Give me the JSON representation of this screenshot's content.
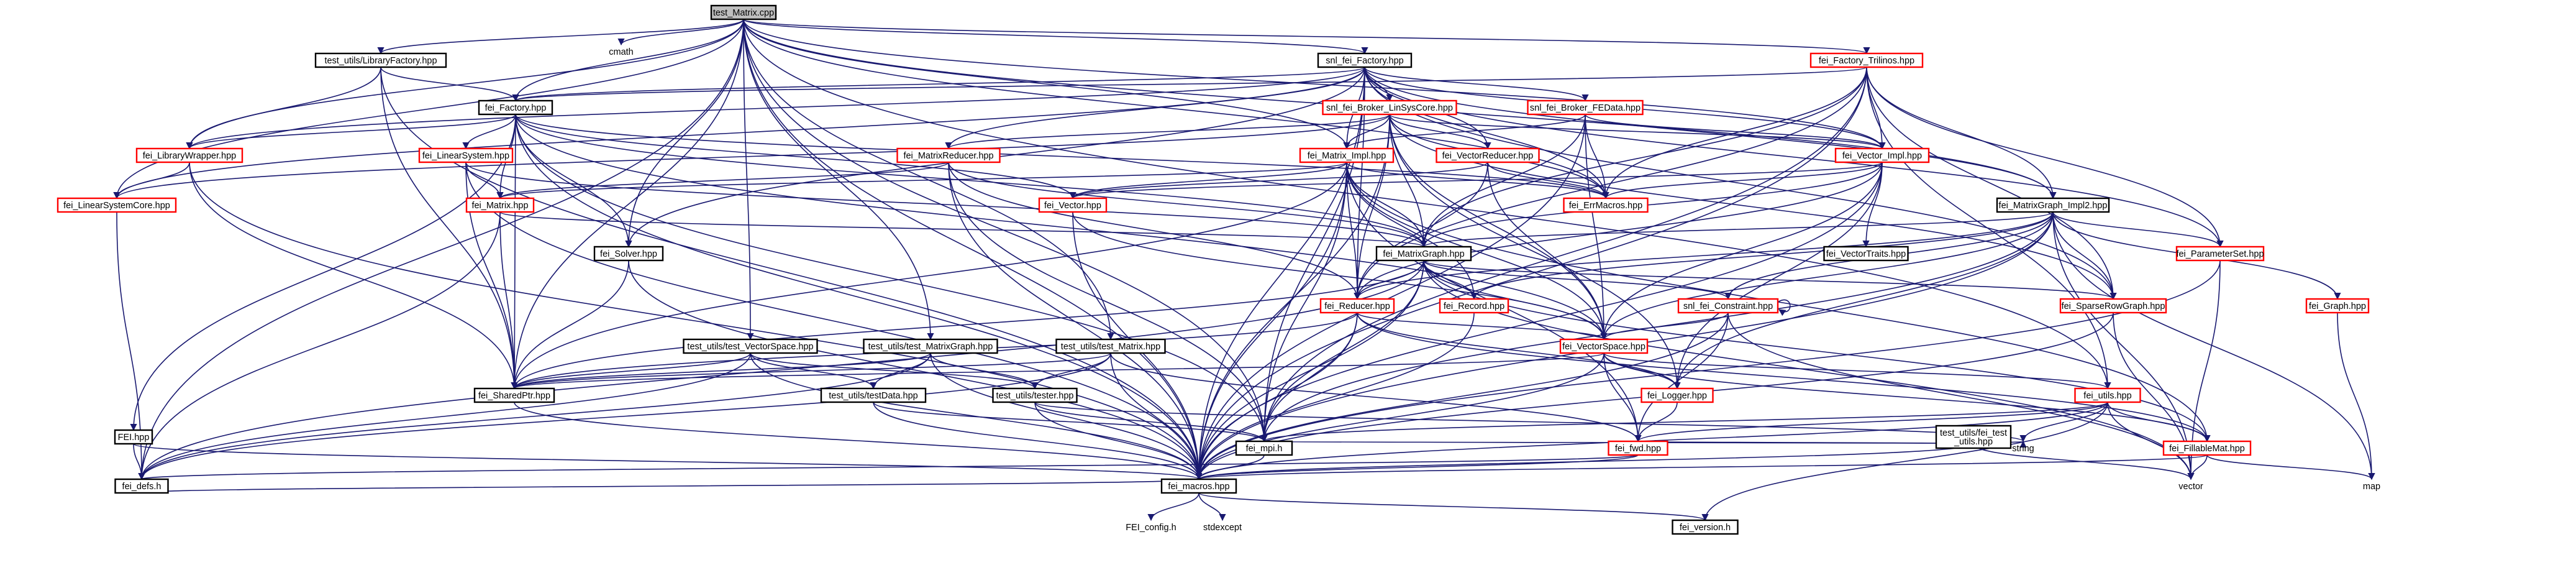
{
  "title": "test_Matrix.cpp",
  "colors": {
    "root_fill": "#bfbfbf",
    "root_stroke": "#000000",
    "documented_stroke": "#000000",
    "truncated_stroke": "#ff0000",
    "plain_stroke": "#d3d3d3",
    "edge": "#191970"
  },
  "nodes": [
    {
      "id": "root",
      "label": "test_Matrix.cpp",
      "kind": "root"
    },
    {
      "id": "cmath",
      "label": "cmath",
      "kind": "plain"
    },
    {
      "id": "tu_LibFactory",
      "label": "test_utils/LibraryFactory.hpp",
      "kind": "documented"
    },
    {
      "id": "snl_Factory",
      "label": "snl_fei_Factory.hpp",
      "kind": "documented"
    },
    {
      "id": "Factory_Trilinos",
      "label": "fei_Factory_Trilinos.hpp",
      "kind": "truncated"
    },
    {
      "id": "snl_Broker_LinSysCore",
      "label": "snl_fei_Broker_LinSysCore.hpp",
      "kind": "truncated"
    },
    {
      "id": "snl_Broker_FEData",
      "label": "snl_fei_Broker_FEData.hpp",
      "kind": "truncated"
    },
    {
      "id": "fei_Factory",
      "label": "fei_Factory.hpp",
      "kind": "documented"
    },
    {
      "id": "LibraryWrapper",
      "label": "fei_LibraryWrapper.hpp",
      "kind": "truncated"
    },
    {
      "id": "LinearSystemCore",
      "label": "fei_LinearSystemCore.hpp",
      "kind": "truncated"
    },
    {
      "id": "LinearSystem",
      "label": "fei_LinearSystem.hpp",
      "kind": "truncated"
    },
    {
      "id": "MatrixReducer",
      "label": "fei_MatrixReducer.hpp",
      "kind": "truncated"
    },
    {
      "id": "Matrix_Impl",
      "label": "fei_Matrix_Impl.hpp",
      "kind": "truncated"
    },
    {
      "id": "VectorReducer",
      "label": "fei_VectorReducer.hpp",
      "kind": "truncated"
    },
    {
      "id": "Vector_Impl",
      "label": "fei_Vector_Impl.hpp",
      "kind": "truncated"
    },
    {
      "id": "ErrMacros",
      "label": "fei_ErrMacros.hpp",
      "kind": "truncated"
    },
    {
      "id": "fei_Matrix",
      "label": "fei_Matrix.hpp",
      "kind": "truncated"
    },
    {
      "id": "fei_Vector",
      "label": "fei_Vector.hpp",
      "kind": "truncated"
    },
    {
      "id": "MatrixGraph_Impl2",
      "label": "fei_MatrixGraph_Impl2.hpp",
      "kind": "documented"
    },
    {
      "id": "ParameterSet",
      "label": "fei_ParameterSet.hpp",
      "kind": "truncated"
    },
    {
      "id": "fei_Solver",
      "label": "fei_Solver.hpp",
      "kind": "documented"
    },
    {
      "id": "MatrixGraph",
      "label": "fei_MatrixGraph.hpp",
      "kind": "documented"
    },
    {
      "id": "VectorTraits",
      "label": "fei_VectorTraits.hpp",
      "kind": "documented"
    },
    {
      "id": "fei_Graph",
      "label": "fei_Graph.hpp",
      "kind": "truncated"
    },
    {
      "id": "Reducer",
      "label": "fei_Reducer.hpp",
      "kind": "truncated"
    },
    {
      "id": "Record",
      "label": "fei_Record.hpp",
      "kind": "truncated"
    },
    {
      "id": "snl_Constraint",
      "label": "snl_fei_Constraint.hpp",
      "kind": "truncated"
    },
    {
      "id": "SparseRowGraph",
      "label": "fei_SparseRowGraph.hpp",
      "kind": "truncated"
    },
    {
      "id": "tu_VectorSpace",
      "label": "test_utils/test_VectorSpace.hpp",
      "kind": "documented"
    },
    {
      "id": "tu_MatrixGraph",
      "label": "test_utils/test_MatrixGraph.hpp",
      "kind": "documented"
    },
    {
      "id": "tu_Matrix",
      "label": "test_utils/test_Matrix.hpp",
      "kind": "documented"
    },
    {
      "id": "VectorSpace",
      "label": "fei_VectorSpace.hpp",
      "kind": "truncated"
    },
    {
      "id": "SharedPtr",
      "label": "fei_SharedPtr.hpp",
      "kind": "documented"
    },
    {
      "id": "tu_testData",
      "label": "test_utils/testData.hpp",
      "kind": "documented"
    },
    {
      "id": "tu_tester",
      "label": "test_utils/tester.hpp",
      "kind": "documented"
    },
    {
      "id": "Logger",
      "label": "fei_Logger.hpp",
      "kind": "truncated"
    },
    {
      "id": "tu_fei_test_utils",
      "label": "test_utils/fei_test\n_utils.hpp",
      "kind": "documented"
    },
    {
      "id": "fei_utils",
      "label": "fei_utils.hpp",
      "kind": "truncated"
    },
    {
      "id": "FEI",
      "label": "FEI.hpp",
      "kind": "documented"
    },
    {
      "id": "fei_mpi",
      "label": "fei_mpi.h",
      "kind": "documented"
    },
    {
      "id": "fei_fwd",
      "label": "fei_fwd.hpp",
      "kind": "truncated"
    },
    {
      "id": "string",
      "label": "string",
      "kind": "plain"
    },
    {
      "id": "FillableMat",
      "label": "fei_FillableMat.hpp",
      "kind": "truncated"
    },
    {
      "id": "fei_defs",
      "label": "fei_defs.h",
      "kind": "documented"
    },
    {
      "id": "fei_macros",
      "label": "fei_macros.hpp",
      "kind": "documented"
    },
    {
      "id": "vector",
      "label": "vector",
      "kind": "plain"
    },
    {
      "id": "map",
      "label": "map",
      "kind": "plain"
    },
    {
      "id": "FEI_config",
      "label": "FEI_config.h",
      "kind": "plain"
    },
    {
      "id": "stdexcept",
      "label": "stdexcept",
      "kind": "plain"
    },
    {
      "id": "fei_version",
      "label": "fei_version.h",
      "kind": "documented"
    }
  ],
  "edges": [
    [
      "root",
      "cmath"
    ],
    [
      "root",
      "tu_LibFactory"
    ],
    [
      "root",
      "snl_Factory"
    ],
    [
      "root",
      "Factory_Trilinos"
    ],
    [
      "root",
      "fei_Factory"
    ],
    [
      "root",
      "MatrixGraph_Impl2"
    ],
    [
      "root",
      "Vector_Impl"
    ],
    [
      "root",
      "ErrMacros"
    ],
    [
      "root",
      "fei_defs"
    ],
    [
      "root",
      "fei_macros"
    ],
    [
      "root",
      "tu_VectorSpace"
    ],
    [
      "root",
      "tu_MatrixGraph"
    ],
    [
      "root",
      "tu_Matrix"
    ],
    [
      "root",
      "Matrix_Impl"
    ],
    [
      "root",
      "fei_mpi"
    ],
    [
      "root",
      "SharedPtr"
    ],
    [
      "root",
      "fei_utils"
    ],
    [
      "root",
      "LibraryWrapper"
    ],
    [
      "root",
      "LinearSystemCore"
    ],
    [
      "root",
      "fei_Solver"
    ],
    [
      "tu_LibFactory",
      "fei_Factory"
    ],
    [
      "tu_LibFactory",
      "SharedPtr"
    ],
    [
      "tu_LibFactory",
      "LibraryWrapper"
    ],
    [
      "tu_LibFactory",
      "fei_macros"
    ],
    [
      "snl_Factory",
      "fei_Factory"
    ],
    [
      "snl_Factory",
      "snl_Broker_LinSysCore"
    ],
    [
      "snl_Factory",
      "snl_Broker_FEData"
    ],
    [
      "snl_Factory",
      "MatrixReducer"
    ],
    [
      "snl_Factory",
      "VectorReducer"
    ],
    [
      "snl_Factory",
      "Vector_Impl"
    ],
    [
      "snl_Factory",
      "ErrMacros"
    ],
    [
      "snl_Factory",
      "MatrixGraph_Impl2"
    ],
    [
      "snl_Factory",
      "Reducer"
    ],
    [
      "snl_Factory",
      "LibraryWrapper"
    ],
    [
      "snl_Factory",
      "fei_mpi"
    ],
    [
      "snl_Factory",
      "ParameterSet"
    ],
    [
      "snl_Factory",
      "fei_Solver"
    ],
    [
      "snl_Factory",
      "Matrix_Impl"
    ],
    [
      "snl_Factory",
      "LinearSystemCore"
    ],
    [
      "snl_Factory",
      "SparseRowGraph"
    ],
    [
      "snl_Factory",
      "fei_macros"
    ],
    [
      "Factory_Trilinos",
      "fei_Factory"
    ],
    [
      "Factory_Trilinos",
      "Vector_Impl"
    ],
    [
      "Factory_Trilinos",
      "MatrixGraph_Impl2"
    ],
    [
      "Factory_Trilinos",
      "ParameterSet"
    ],
    [
      "Factory_Trilinos",
      "Reducer"
    ],
    [
      "Factory_Trilinos",
      "ErrMacros"
    ],
    [
      "Factory_Trilinos",
      "fei_utils"
    ],
    [
      "Factory_Trilinos",
      "SparseRowGraph"
    ],
    [
      "Factory_Trilinos",
      "MatrixGraph"
    ],
    [
      "Factory_Trilinos",
      "fei_mpi"
    ],
    [
      "Factory_Trilinos",
      "fei_macros"
    ],
    [
      "snl_Broker_LinSysCore",
      "Matrix_Impl"
    ],
    [
      "snl_Broker_LinSysCore",
      "VectorReducer"
    ],
    [
      "snl_Broker_LinSysCore",
      "Vector_Impl"
    ],
    [
      "snl_Broker_LinSysCore",
      "MatrixReducer"
    ],
    [
      "snl_Broker_LinSysCore",
      "LinearSystemCore"
    ],
    [
      "snl_Broker_LinSysCore",
      "ErrMacros"
    ],
    [
      "snl_Broker_LinSysCore",
      "MatrixGraph"
    ],
    [
      "snl_Broker_LinSysCore",
      "VectorSpace"
    ],
    [
      "snl_Broker_LinSysCore",
      "Reducer"
    ],
    [
      "snl_Broker_LinSysCore",
      "Logger"
    ],
    [
      "snl_Broker_LinSysCore",
      "SparseRowGraph"
    ],
    [
      "snl_Broker_LinSysCore",
      "fei_macros"
    ],
    [
      "snl_Broker_FEData",
      "Matrix_Impl"
    ],
    [
      "snl_Broker_FEData",
      "Vector_Impl"
    ],
    [
      "snl_Broker_FEData",
      "ErrMacros"
    ],
    [
      "snl_Broker_FEData",
      "MatrixGraph"
    ],
    [
      "snl_Broker_FEData",
      "VectorSpace"
    ],
    [
      "snl_Broker_FEData",
      "fei_macros"
    ],
    [
      "fei_Factory",
      "LibraryWrapper"
    ],
    [
      "fei_Factory",
      "LinearSystem"
    ],
    [
      "fei_Factory",
      "fei_Matrix"
    ],
    [
      "fei_Factory",
      "fei_Vector"
    ],
    [
      "fei_Factory",
      "fei_Solver"
    ],
    [
      "fei_Factory",
      "MatrixGraph"
    ],
    [
      "fei_Factory",
      "VectorSpace"
    ],
    [
      "fei_Factory",
      "SharedPtr"
    ],
    [
      "fei_Factory",
      "FEI"
    ],
    [
      "fei_Factory",
      "fei_mpi"
    ],
    [
      "fei_Factory",
      "fei_macros"
    ],
    [
      "fei_Factory",
      "ErrMacros"
    ],
    [
      "LibraryWrapper",
      "LinearSystemCore"
    ],
    [
      "LibraryWrapper",
      "SharedPtr"
    ],
    [
      "LibraryWrapper",
      "fei_macros"
    ],
    [
      "LinearSystemCore",
      "fei_defs"
    ],
    [
      "LinearSystem",
      "fei_Matrix"
    ],
    [
      "LinearSystem",
      "SharedPtr"
    ],
    [
      "LinearSystem",
      "MatrixGraph"
    ],
    [
      "LinearSystem",
      "fei_macros"
    ],
    [
      "MatrixReducer",
      "fei_Matrix"
    ],
    [
      "MatrixReducer",
      "Reducer"
    ],
    [
      "MatrixReducer",
      "MatrixGraph"
    ],
    [
      "MatrixReducer",
      "fei_mpi"
    ],
    [
      "MatrixReducer",
      "fei_macros"
    ],
    [
      "Matrix_Impl",
      "fei_Matrix"
    ],
    [
      "Matrix_Impl",
      "ErrMacros"
    ],
    [
      "Matrix_Impl",
      "MatrixGraph"
    ],
    [
      "Matrix_Impl",
      "VectorSpace"
    ],
    [
      "Matrix_Impl",
      "Reducer"
    ],
    [
      "Matrix_Impl",
      "Record"
    ],
    [
      "Matrix_Impl",
      "fei_mpi"
    ],
    [
      "Matrix_Impl",
      "fei_fwd"
    ],
    [
      "Matrix_Impl",
      "FillableMat"
    ],
    [
      "Matrix_Impl",
      "fei_macros"
    ],
    [
      "Matrix_Impl",
      "fei_Vector"
    ],
    [
      "Matrix_Impl",
      "SharedPtr"
    ],
    [
      "VectorReducer",
      "fei_Vector"
    ],
    [
      "VectorReducer",
      "Reducer"
    ],
    [
      "VectorReducer",
      "VectorSpace"
    ],
    [
      "VectorReducer",
      "ErrMacros"
    ],
    [
      "Vector_Impl",
      "fei_Vector"
    ],
    [
      "Vector_Impl",
      "VectorTraits"
    ],
    [
      "Vector_Impl",
      "VectorSpace"
    ],
    [
      "Vector_Impl",
      "Reducer"
    ],
    [
      "Vector_Impl",
      "Logger"
    ],
    [
      "Vector_Impl",
      "ErrMacros"
    ],
    [
      "Vector_Impl",
      "fei_macros"
    ],
    [
      "Vector_Impl",
      "MatrixGraph"
    ],
    [
      "fei_Matrix",
      "MatrixGraph"
    ],
    [
      "fei_Matrix",
      "SharedPtr"
    ],
    [
      "fei_Matrix",
      "fei_defs"
    ],
    [
      "fei_Vector",
      "VectorSpace"
    ],
    [
      "fei_Vector",
      "fei_macros"
    ],
    [
      "MatrixGraph_Impl2",
      "MatrixGraph"
    ],
    [
      "MatrixGraph_Impl2",
      "ParameterSet"
    ],
    [
      "MatrixGraph_Impl2",
      "fei_Graph"
    ],
    [
      "MatrixGraph_Impl2",
      "Reducer"
    ],
    [
      "MatrixGraph_Impl2",
      "Record"
    ],
    [
      "MatrixGraph_Impl2",
      "snl_Constraint"
    ],
    [
      "MatrixGraph_Impl2",
      "SparseRowGraph"
    ],
    [
      "MatrixGraph_Impl2",
      "VectorSpace"
    ],
    [
      "MatrixGraph_Impl2",
      "Logger"
    ],
    [
      "MatrixGraph_Impl2",
      "fei_mpi"
    ],
    [
      "MatrixGraph_Impl2",
      "fei_macros"
    ],
    [
      "MatrixGraph_Impl2",
      "vector"
    ],
    [
      "MatrixGraph_Impl2",
      "map"
    ],
    [
      "ParameterSet",
      "fei_macros"
    ],
    [
      "ParameterSet",
      "vector"
    ],
    [
      "fei_Solver",
      "SharedPtr"
    ],
    [
      "fei_Solver",
      "fei_macros"
    ],
    [
      "MatrixGraph",
      "Reducer"
    ],
    [
      "MatrixGraph",
      "Record"
    ],
    [
      "MatrixGraph",
      "snl_Constraint"
    ],
    [
      "MatrixGraph",
      "SparseRowGraph"
    ],
    [
      "MatrixGraph",
      "VectorSpace"
    ],
    [
      "MatrixGraph",
      "SharedPtr"
    ],
    [
      "MatrixGraph",
      "fei_mpi"
    ],
    [
      "MatrixGraph",
      "fei_macros"
    ],
    [
      "MatrixGraph",
      "fei_defs"
    ],
    [
      "MatrixGraph",
      "FillableMat"
    ],
    [
      "MatrixGraph",
      "vector"
    ],
    [
      "fei_Graph",
      "map"
    ],
    [
      "Reducer",
      "VectorSpace"
    ],
    [
      "Reducer",
      "SharedPtr"
    ],
    [
      "Reducer",
      "Logger"
    ],
    [
      "Reducer",
      "fei_mpi"
    ],
    [
      "Reducer",
      "fei_macros"
    ],
    [
      "Reducer",
      "FillableMat"
    ],
    [
      "Record",
      "fei_macros"
    ],
    [
      "snl_Constraint",
      "snl_Constraint"
    ],
    [
      "snl_Constraint",
      "VectorSpace"
    ],
    [
      "snl_Constraint",
      "fei_fwd"
    ],
    [
      "snl_Constraint",
      "fei_macros"
    ],
    [
      "snl_Constraint",
      "vector"
    ],
    [
      "SparseRowGraph",
      "fei_macros"
    ],
    [
      "SparseRowGraph",
      "vector"
    ],
    [
      "tu_VectorSpace",
      "SharedPtr"
    ],
    [
      "tu_VectorSpace",
      "tu_testData"
    ],
    [
      "tu_VectorSpace",
      "tu_tester"
    ],
    [
      "tu_VectorSpace",
      "fei_defs"
    ],
    [
      "tu_VectorSpace",
      "fei_macros"
    ],
    [
      "tu_MatrixGraph",
      "SharedPtr"
    ],
    [
      "tu_MatrixGraph",
      "tu_testData"
    ],
    [
      "tu_MatrixGraph",
      "tu_tester"
    ],
    [
      "tu_MatrixGraph",
      "fei_defs"
    ],
    [
      "tu_MatrixGraph",
      "fei_macros"
    ],
    [
      "tu_Matrix",
      "tu_tester"
    ],
    [
      "tu_Matrix",
      "SharedPtr"
    ],
    [
      "tu_Matrix",
      "fei_fwd"
    ],
    [
      "tu_Matrix",
      "fei_defs"
    ],
    [
      "tu_Matrix",
      "fei_macros"
    ],
    [
      "VectorSpace",
      "fei_utils"
    ],
    [
      "VectorSpace",
      "Logger"
    ],
    [
      "VectorSpace",
      "fei_fwd"
    ],
    [
      "VectorSpace",
      "SharedPtr"
    ],
    [
      "VectorSpace",
      "fei_macros"
    ],
    [
      "VectorSpace",
      "FillableMat"
    ],
    [
      "SharedPtr",
      "fei_macros"
    ],
    [
      "tu_testData",
      "fei_macros"
    ],
    [
      "tu_testData",
      "fei_mpi"
    ],
    [
      "tu_tester",
      "fei_mpi"
    ],
    [
      "tu_tester",
      "fei_macros"
    ],
    [
      "tu_tester",
      "string"
    ],
    [
      "Logger",
      "fei_fwd"
    ],
    [
      "tu_fei_test_utils",
      "fei_mpi"
    ],
    [
      "tu_fei_test_utils",
      "string"
    ],
    [
      "tu_fei_test_utils",
      "vector"
    ],
    [
      "tu_fei_test_utils",
      "fei_fwd"
    ],
    [
      "tu_fei_test_utils",
      "fei_macros"
    ],
    [
      "fei_utils",
      "fei_fwd"
    ],
    [
      "fei_utils",
      "fei_mpi"
    ],
    [
      "fei_utils",
      "string"
    ],
    [
      "fei_utils",
      "vector"
    ],
    [
      "fei_utils",
      "FillableMat"
    ],
    [
      "fei_utils",
      "fei_version"
    ],
    [
      "fei_utils",
      "fei_macros"
    ],
    [
      "FEI",
      "fei_defs"
    ],
    [
      "FEI",
      "fei_macros"
    ],
    [
      "fei_mpi",
      "fei_macros"
    ],
    [
      "fei_fwd",
      "fei_defs"
    ],
    [
      "fei_fwd",
      "fei_macros"
    ],
    [
      "FillableMat",
      "fei_macros"
    ],
    [
      "FillableMat",
      "map"
    ],
    [
      "FillableMat",
      "vector"
    ],
    [
      "fei_defs",
      "fei_macros"
    ],
    [
      "fei_macros",
      "FEI_config"
    ],
    [
      "fei_macros",
      "stdexcept"
    ],
    [
      "fei_macros",
      "fei_version"
    ]
  ]
}
